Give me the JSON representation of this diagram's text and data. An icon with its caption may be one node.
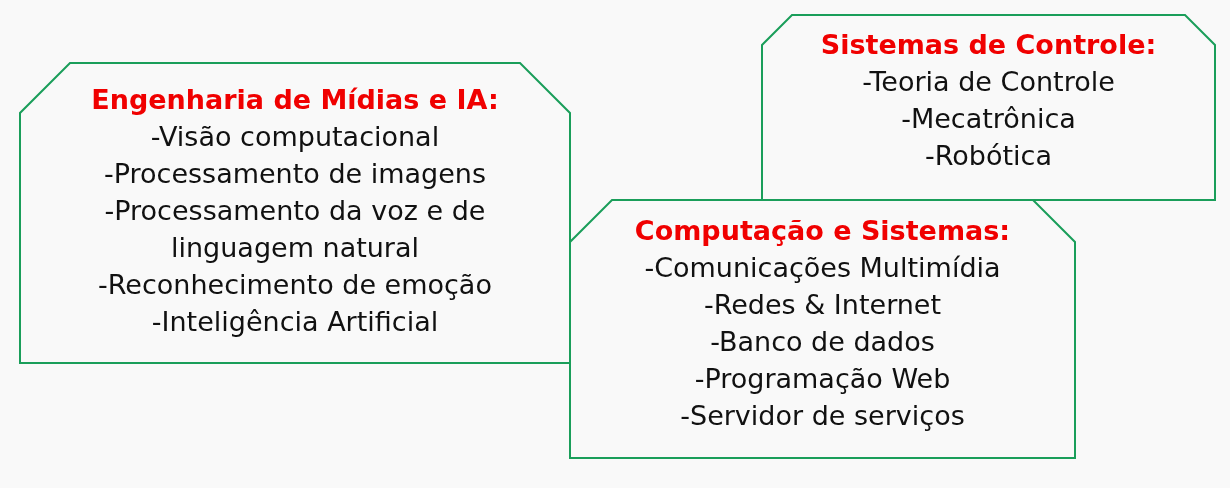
{
  "diagram": {
    "nodes": [
      {
        "text": [
          "Engenharia de Mídias e IA:",
          "-Visão computacional",
          "-Processamento de imagens",
          "-Processamento da voz e de linguagem natural",
          "-Reconhecimento de emoção",
          "-Inteligência Artificial"
        ]
      },
      {
        "text": [
          "Sistemas de Controle:",
          "-Teoria de Controle",
          "-Mecatrônica",
          "-Robótica"
        ]
      },
      {
        "text": [
          "Computação e Sistemas:",
          "-Comunicações Multimídia",
          "-Redes & Internet",
          "-Banco de dados",
          "-Programação Web",
          "-Servidor de serviços"
        ]
      }
    ]
  }
}
